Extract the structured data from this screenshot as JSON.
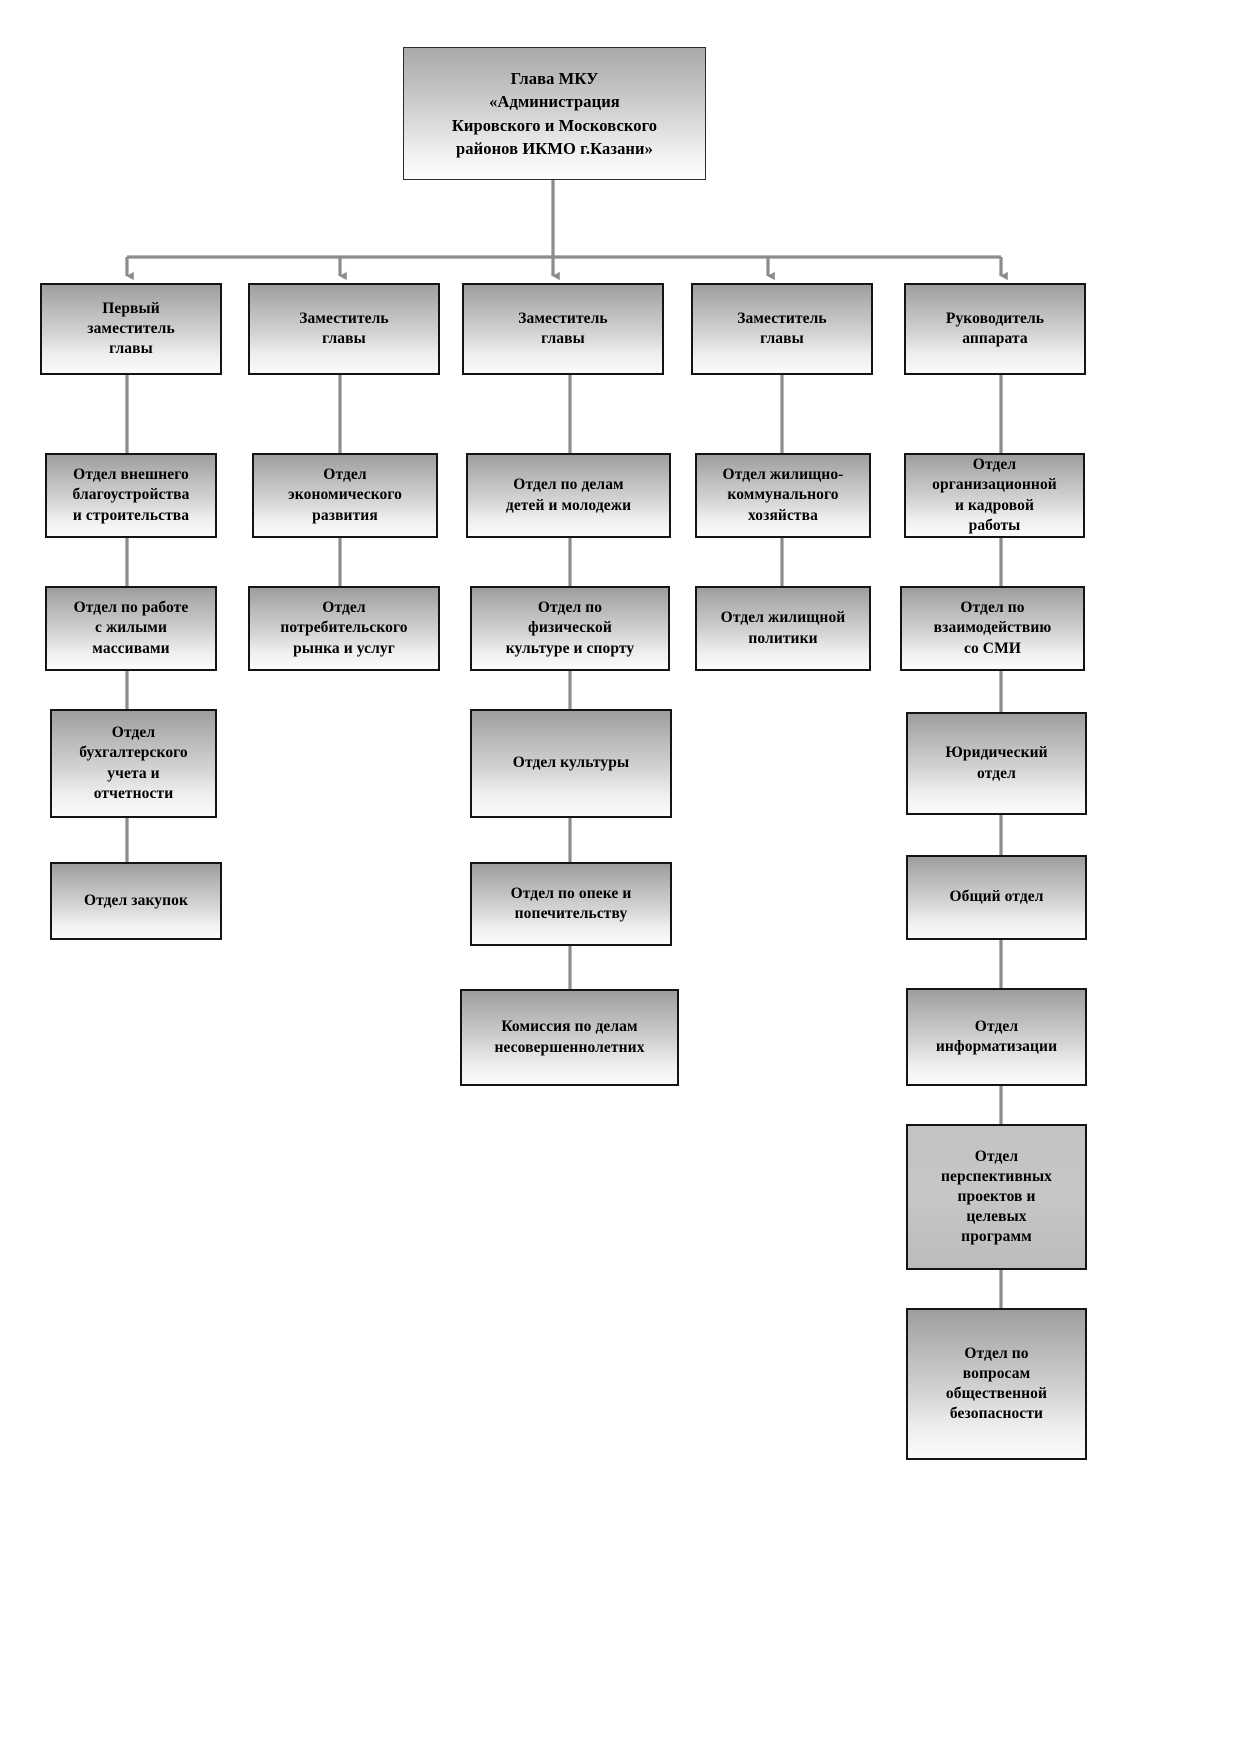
{
  "chart": {
    "type": "org-chart",
    "title_node": {
      "id": "root",
      "label": "Глава МКУ\n«Администрация\nКировского и Московского\nрайонов ИКМО г.Казани»"
    },
    "level2": [
      {
        "id": "deputy-1",
        "label": "Первый\nзаместитель\nглавы"
      },
      {
        "id": "deputy-2",
        "label": "Заместитель\nглавы"
      },
      {
        "id": "deputy-3",
        "label": "Заместитель\nглавы"
      },
      {
        "id": "deputy-4",
        "label": "Заместитель\nглавы"
      },
      {
        "id": "deputy-5",
        "label": "Руководитель\nаппарата"
      }
    ],
    "columns": [
      {
        "id": "column-1",
        "parent": "deputy-1",
        "departments": [
          {
            "id": "dep-1-1",
            "label": "Отдел внешнего\nблагоустройства\nи строительства"
          },
          {
            "id": "dep-1-2",
            "label": "Отдел по работе\nс жилыми\nмассивами"
          },
          {
            "id": "dep-1-3",
            "label": "Отдел\nбухгалтерского\nучета и\nотчетности"
          },
          {
            "id": "dep-1-4",
            "label": "Отдел закупок"
          }
        ]
      },
      {
        "id": "column-2",
        "parent": "deputy-2",
        "departments": [
          {
            "id": "dep-2-1",
            "label": "Отдел\nэкономического\nразвития"
          },
          {
            "id": "dep-2-2",
            "label": "Отдел\nпотребительского\nрынка и услуг"
          }
        ]
      },
      {
        "id": "column-3",
        "parent": "deputy-3",
        "departments": [
          {
            "id": "dep-3-1",
            "label": "Отдел по делам\nдетей и молодежи"
          },
          {
            "id": "dep-3-2",
            "label": "Отдел по\nфизической\nкультуре и спорту"
          },
          {
            "id": "dep-3-3",
            "label": "Отдел культуры"
          },
          {
            "id": "dep-3-4",
            "label": "Отдел по опеке и\nпопечительству"
          },
          {
            "id": "dep-3-5",
            "label": "Комиссия по делам\nнесовершеннолетних"
          }
        ]
      },
      {
        "id": "column-4",
        "parent": "deputy-4",
        "departments": [
          {
            "id": "dep-4-1",
            "label": "Отдел жилищно-\nкоммунального\nхозяйства"
          },
          {
            "id": "dep-4-2",
            "label": "Отдел жилищной\nполитики"
          }
        ]
      },
      {
        "id": "column-5",
        "parent": "deputy-5",
        "departments": [
          {
            "id": "dep-5-1",
            "label": "Отдел\nорганизационной\nи кадровой\nработы"
          },
          {
            "id": "dep-5-2",
            "label": "Отдел по\nвзаимодействию\nсо СМИ"
          },
          {
            "id": "dep-5-3",
            "label": "Юридический\nотдел"
          },
          {
            "id": "dep-5-4",
            "label": "Общий отдел"
          },
          {
            "id": "dep-5-5",
            "label": "Отдел\nинформатизации"
          },
          {
            "id": "dep-5-6",
            "label": "Отдел\nперспективных\nпроектов и\nцелевых\nпрограмм"
          },
          {
            "id": "dep-5-7",
            "label": "Отдел по\nвопросам\nобщественной\nбезопасности"
          }
        ]
      }
    ],
    "colors": {
      "box_border": "#141414",
      "box_fill_top": "#9d9d9d",
      "box_fill_bottom": "#fbfbfb",
      "connector": "#8c8c8c",
      "text": "#000000",
      "background": "#ffffff"
    }
  }
}
